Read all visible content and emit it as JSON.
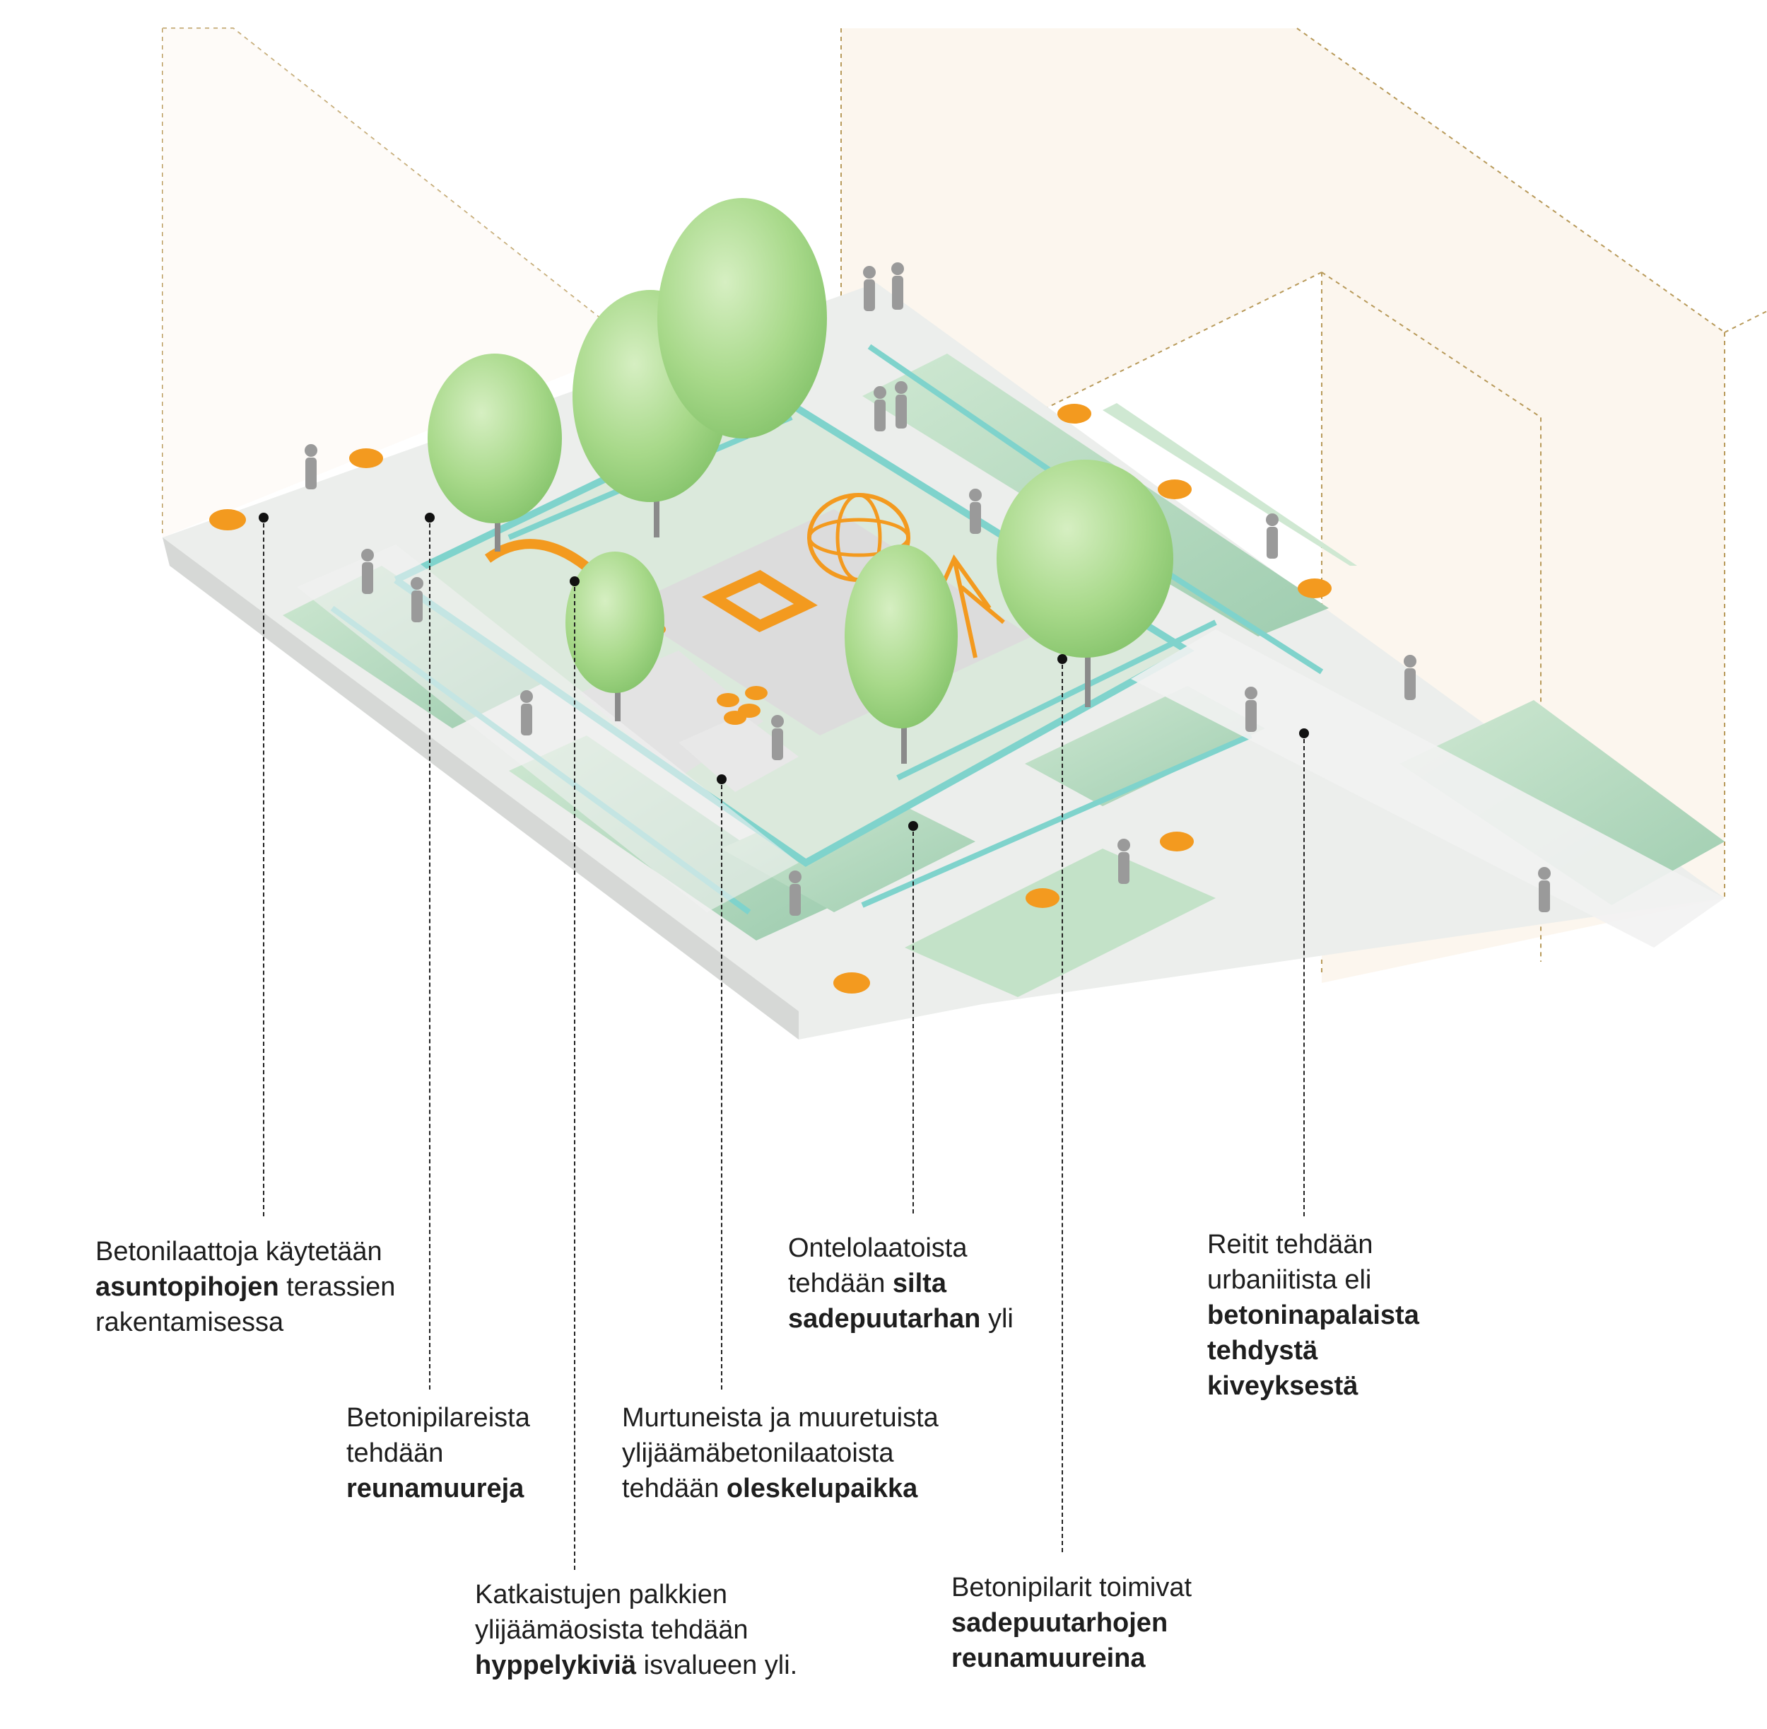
{
  "colors": {
    "grass": "#b9dcc0",
    "grass_dark": "#8fc6a0",
    "paving": "#ededed",
    "water_edge": "#7fd3cc",
    "accent_orange": "#f39a1f",
    "tree": "#a8d98a",
    "building_tint": "#fcf6ee",
    "guide_line": "#b89a5a",
    "text": "#1e1e1e"
  },
  "icons": [
    "person-figure-icon",
    "table-bench-icon",
    "tree-icon",
    "sphere-sculpture-icon",
    "swing-frame-icon"
  ],
  "labels": {
    "asuntopihat": {
      "l1": "Betonilaattoja käytetään",
      "l2b": "asuntopihojen",
      "l2": " terassien",
      "l3": "rakentamisessa"
    },
    "reunamuurit": {
      "l1": "Betonipilareista",
      "l2": "tehdään",
      "l3b": "reunamuureja"
    },
    "hyppelykivet": {
      "l1": "Katkaistujen palkkien",
      "l2": "ylijäämäosista tehdään",
      "l3b": "hyppelykiviä",
      "l3": " isvalueen yli."
    },
    "oleskelupaikka": {
      "l1": "Murtuneista ja muuretuista",
      "l2": "ylijäämäbetonilaatoista",
      "l3": "tehdään ",
      "l3b": "oleskelupaikka"
    },
    "silta": {
      "l1": "Ontelolaatoista",
      "l2": "tehdään ",
      "l2b": "silta",
      "l3b": "sadepuutarhan",
      "l3": " yli"
    },
    "sadepuutarhat": {
      "l1": "Betonipilarit toimivat",
      "l2b": "sadepuutarhojen",
      "l3b": "reunamuureina"
    },
    "reitit": {
      "l1": "Reitit tehdään",
      "l2": "urbaniitista eli",
      "l3b": "betoninapalaista",
      "l4b": "tehdystä",
      "l5b": "kiveyksestä"
    }
  }
}
